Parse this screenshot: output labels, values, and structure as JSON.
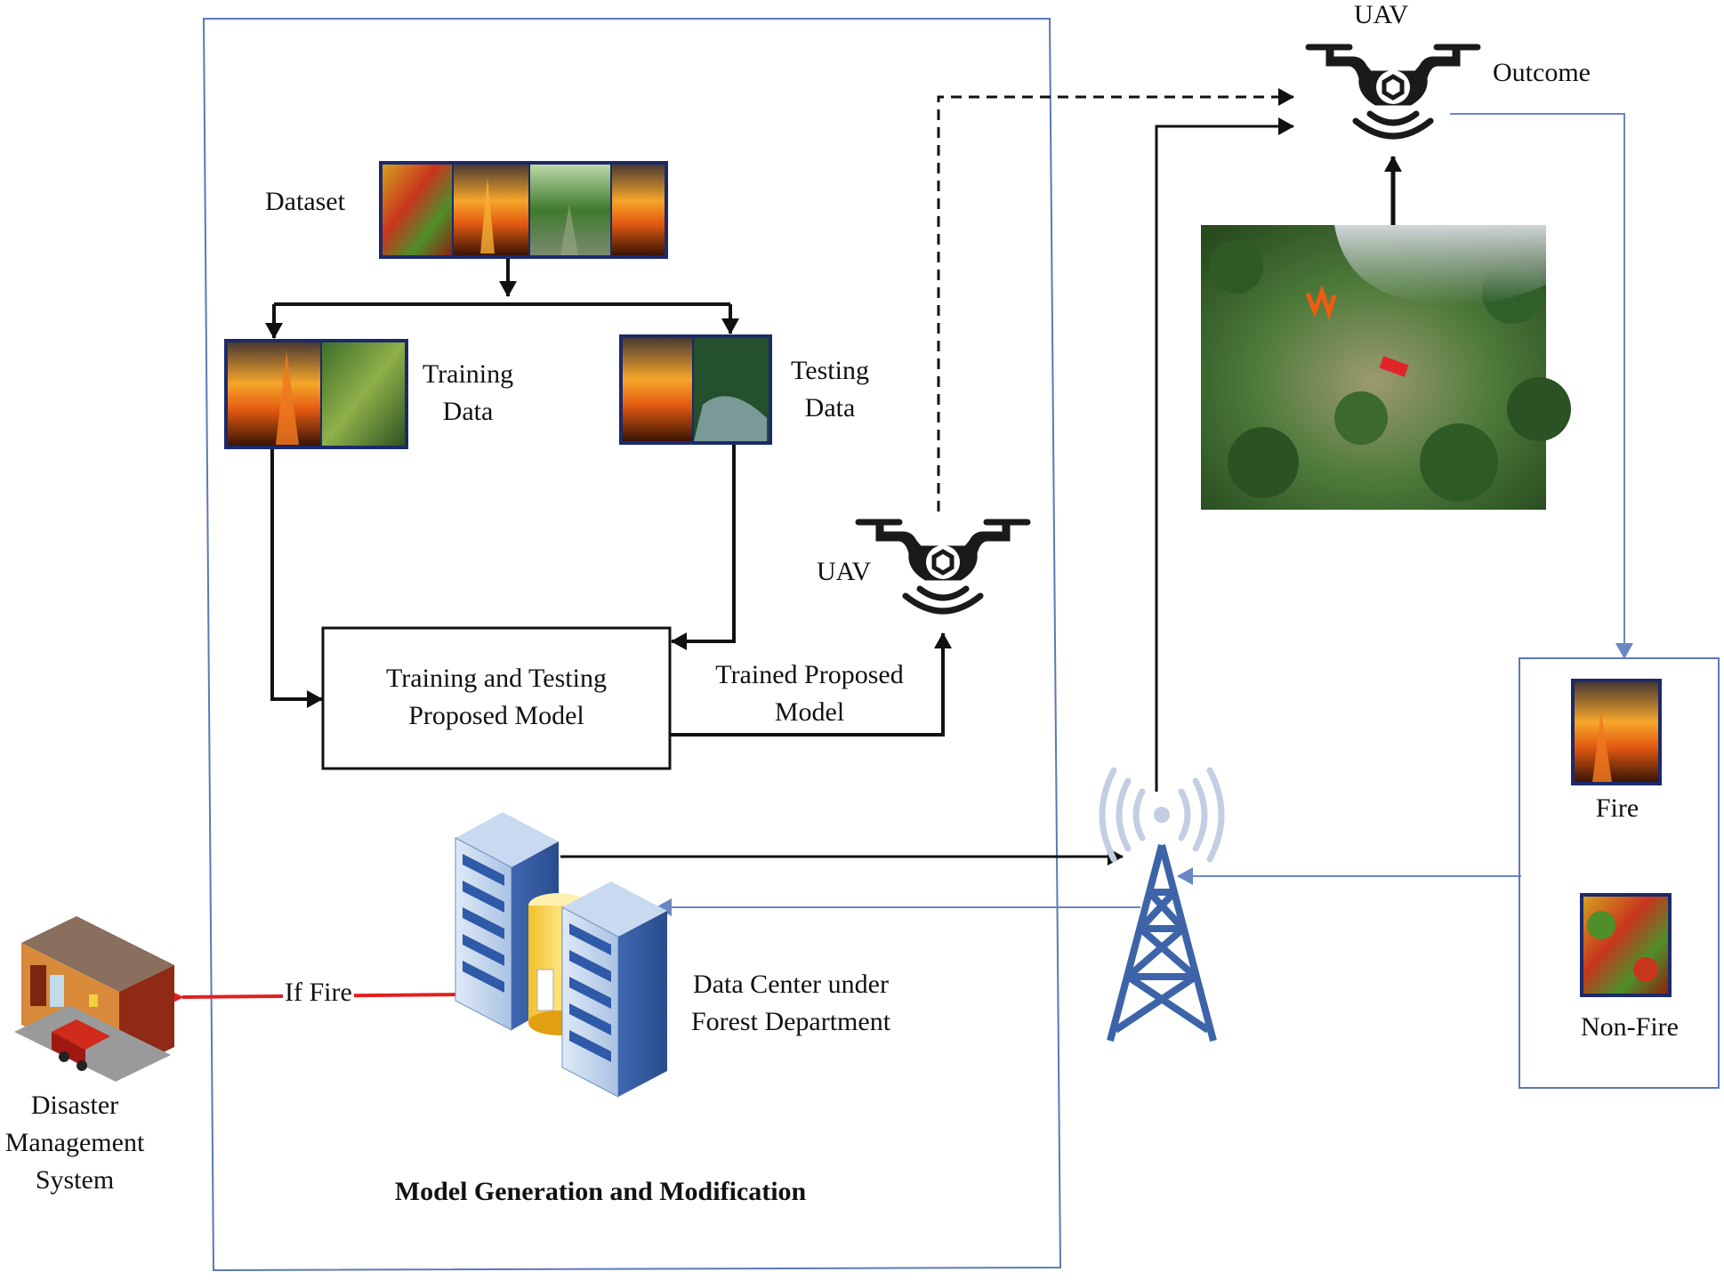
{
  "labels": {
    "dataset": "Dataset",
    "training_data": [
      "Training",
      "Data"
    ],
    "testing_data": [
      "Testing",
      "Data"
    ],
    "model_box": [
      "Training and Testing",
      "Proposed Model"
    ],
    "trained_model": [
      "Trained Proposed",
      "Model"
    ],
    "uav_local": "UAV",
    "uav_field": "UAV",
    "outcome": "Outcome",
    "fire": "Fire",
    "non_fire": "Non-Fire",
    "data_center": [
      "Data Center under",
      "Forest Department"
    ],
    "if_fire": "If Fire",
    "disaster": [
      "Disaster",
      "Management",
      "System"
    ],
    "section_title": "Model Generation and Modification"
  },
  "colors": {
    "frame_blue": "#5b79b8",
    "arrow_black": "#111111",
    "arrow_blue": "#6b86c4",
    "arrow_red": "#e02020",
    "tower_blue": "#3d64a8",
    "drone_black": "#1a1a1a"
  },
  "icons": [
    "drone-icon",
    "tower-icon",
    "server-icon",
    "fire-station-icon",
    "forest-image",
    "fire-image"
  ]
}
